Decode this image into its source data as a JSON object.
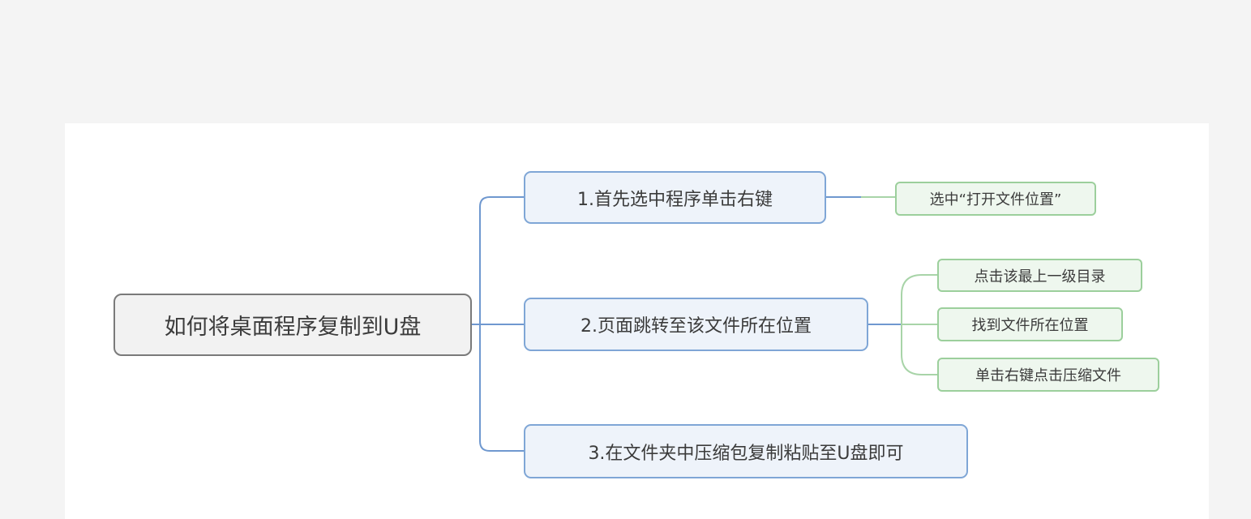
{
  "mindmap": {
    "root": "如何将桌面程序复制到U盘",
    "branches": [
      {
        "label": "1.首先选中程序单击右键",
        "children": [
          "选中“打开文件位置”"
        ]
      },
      {
        "label": "2.页面跳转至该文件所在位置",
        "children": [
          "点击该最上一级目录",
          "找到文件所在位置",
          "单击右键点击压缩文件"
        ]
      },
      {
        "label": "3.在文件夹中压缩包复制粘贴至U盘即可",
        "children": []
      }
    ]
  },
  "colors": {
    "page_background": "#f4f4f4",
    "canvas_background": "#ffffff",
    "root_border": "#7a7a7a",
    "root_fill": "#f2f2f2",
    "branch_border": "#7fa6d6",
    "branch_fill": "#eef3fa",
    "leaf_border": "#9ccf9c",
    "leaf_fill": "#eef7ee",
    "blue_connector": "#6f98cf",
    "green_connector": "#a8d4a8"
  }
}
